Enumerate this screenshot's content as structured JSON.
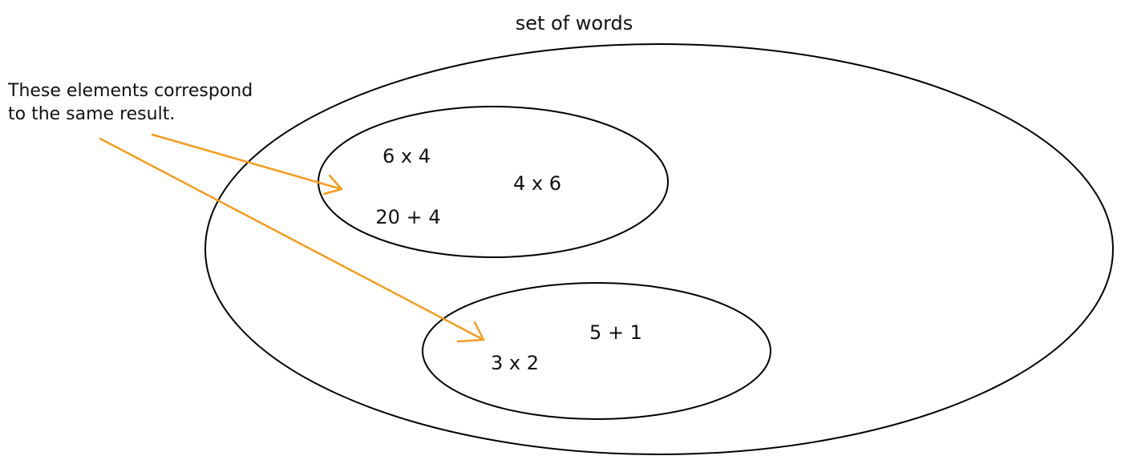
{
  "title": "set of words",
  "annotation": {
    "line1": "These elements correspond",
    "line2": "to the same result."
  },
  "groups": [
    {
      "items": [
        "6 x 4",
        "4 x 6",
        "20 + 4"
      ]
    },
    {
      "items": [
        "5 + 1",
        "3 x 2"
      ]
    }
  ],
  "colors": {
    "outline": "#000000",
    "arrow": "#f39c1f",
    "text": "#111111"
  }
}
